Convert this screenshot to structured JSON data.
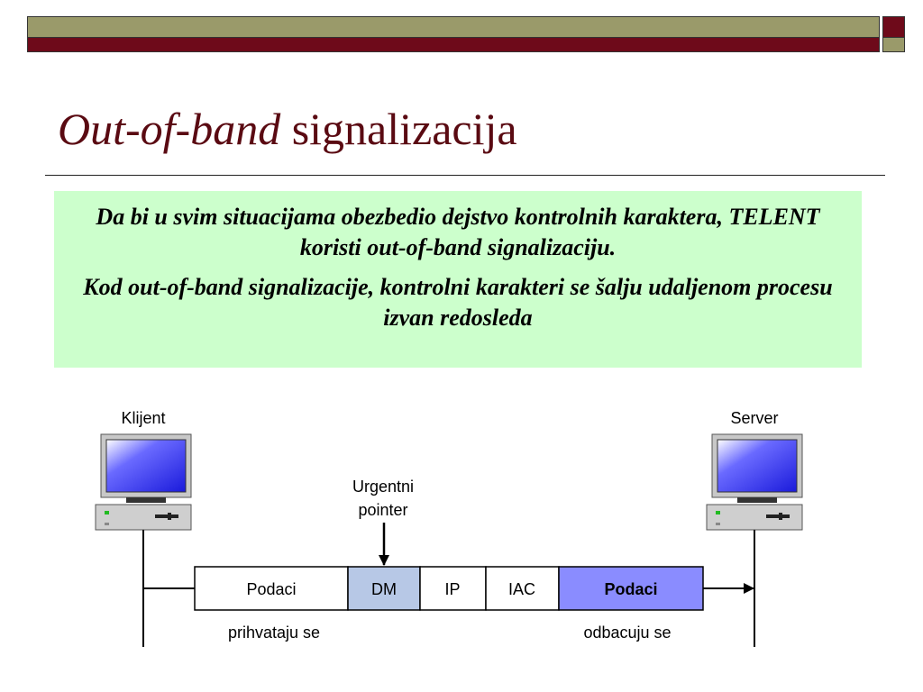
{
  "colors": {
    "olive": "#9a9a6a",
    "maroon": "#6e0a1a",
    "title": "#5a0a12",
    "textbox_bg": "#ccffcc",
    "dm_fill": "#b7c8e6",
    "podaci_highlight": "#8a8cff",
    "monitor_screen": "#2a2aee"
  },
  "title": {
    "italic_part": "Out-of-band",
    "regular_part": " signalizacija"
  },
  "textbox": {
    "paragraph1": "Da bi u svim situacijama obezbedio dejstvo kontrolnih karaktera, TELENT koristi out-of-band signalizaciju.",
    "paragraph2": "Kod out-of-band signalizacije, kontrolni karakteri se šalju udaljenom procesu izvan redosleda"
  },
  "diagram": {
    "client_label": "Klijent",
    "server_label": "Server",
    "pointer_label_line1": "Urgentni",
    "pointer_label_line2": "pointer",
    "cells": [
      {
        "label": "Podaci",
        "bold": false
      },
      {
        "label": "DM",
        "bold": false
      },
      {
        "label": "IP",
        "bold": false
      },
      {
        "label": "IAC",
        "bold": false
      },
      {
        "label": "Podaci",
        "bold": true
      }
    ],
    "accepted_label": "prihvataju se",
    "discarded_label": "odbacuju se",
    "client_icon": "computer-icon",
    "server_icon": "computer-icon"
  }
}
